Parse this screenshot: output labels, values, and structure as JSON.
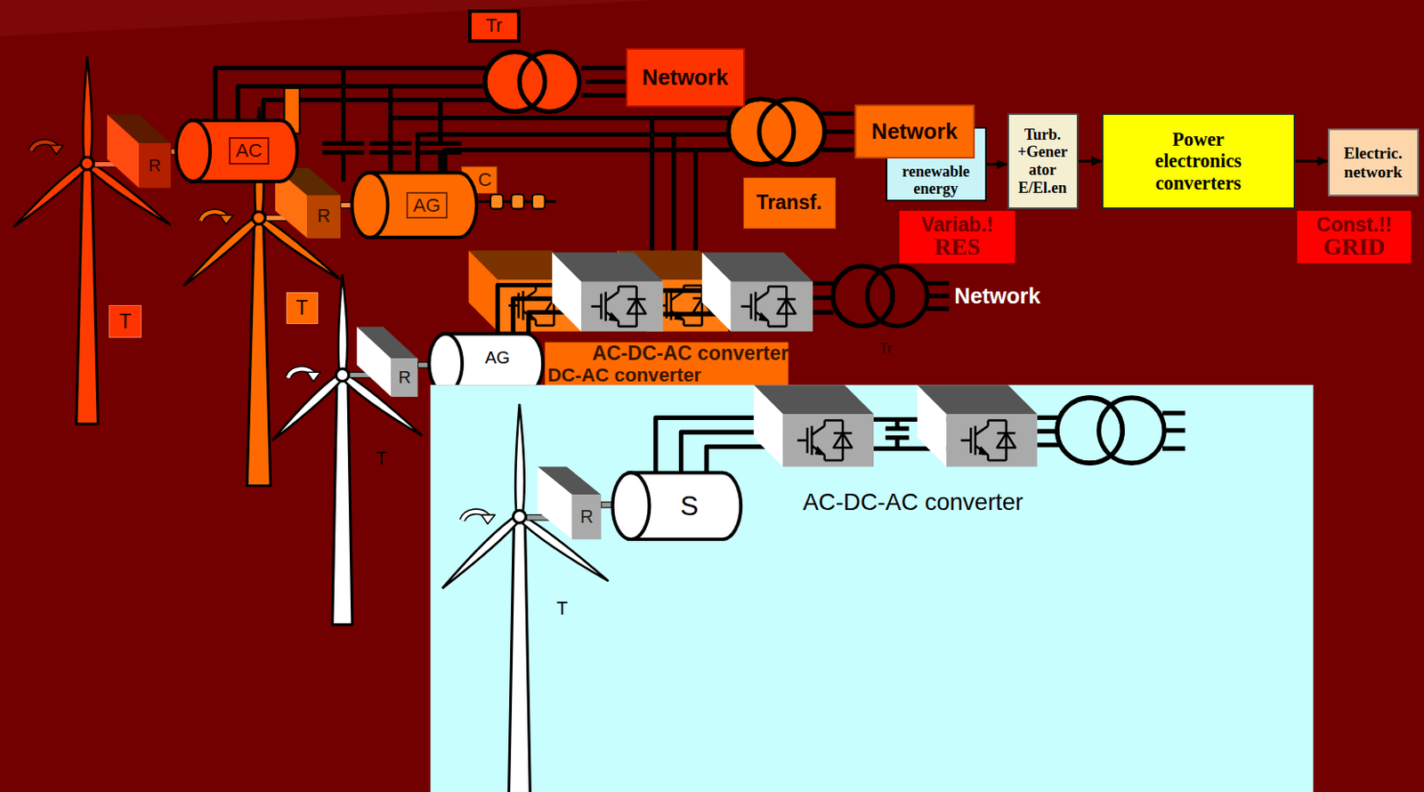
{
  "diagram": {
    "nodes": [
      {
        "text": [
          "Tr"
        ]
      },
      {
        "text": [
          "Network"
        ]
      },
      {
        "text": [
          "AC"
        ]
      },
      {
        "text": [
          "R"
        ]
      },
      {
        "text": [
          "T"
        ]
      },
      {
        "text": [
          "renewable energy"
        ]
      },
      {
        "text": [
          "Turb. +Gener ator E/El.en"
        ]
      },
      {
        "text": [
          "Power electronics converters"
        ]
      },
      {
        "text": [
          "Electric. network"
        ]
      },
      {
        "text": [
          "Variab.!",
          "RES"
        ]
      },
      {
        "text": [
          "Const.!!",
          "GRID"
        ]
      },
      {
        "text": [
          "Network"
        ]
      },
      {
        "text": [
          "C"
        ]
      },
      {
        "text": [
          "AG"
        ]
      },
      {
        "text": [
          "R"
        ]
      },
      {
        "text": [
          "Transf."
        ]
      },
      {
        "text": [
          "T"
        ]
      },
      {
        "text": [
          "R"
        ]
      },
      {
        "text": [
          "AG"
        ]
      },
      {
        "text": [
          "S"
        ]
      },
      {
        "text": [
          "R"
        ]
      }
    ],
    "edges": [
      {
        "from": 5,
        "to": 6,
        "arrow": "to"
      },
      {
        "from": 6,
        "to": 7,
        "arrow": "to"
      },
      {
        "from": 7,
        "to": 8,
        "arrow": "to"
      }
    ],
    "labels": [
      "T",
      "T",
      "Network",
      "Tr",
      "DC-AC converter",
      "AC-DC-AC converter",
      "AC-DC-AC converter"
    ]
  }
}
